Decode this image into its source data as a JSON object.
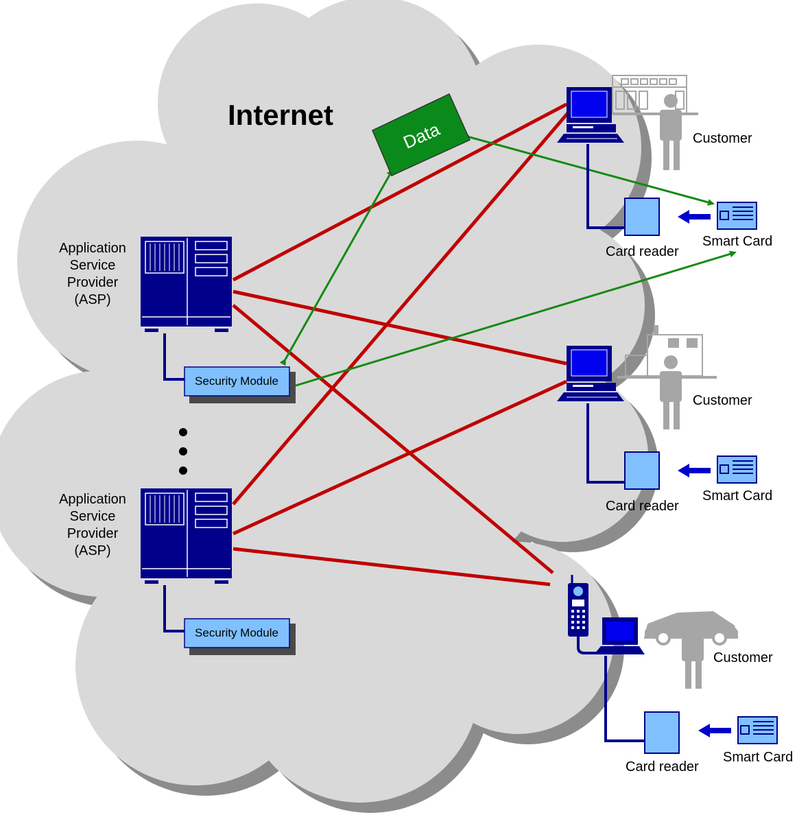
{
  "diagram": {
    "title": "Internet",
    "data_box": "Data",
    "asp_top": {
      "line1": "Application",
      "line2": "Service",
      "line3": "Provider",
      "line4": "(ASP)"
    },
    "asp_bottom": {
      "line1": "Application",
      "line2": "Service",
      "line3": "Provider",
      "line4": "(ASP)"
    },
    "security_module_top": "Security Module",
    "security_module_bottom": "Security Module",
    "clients": [
      {
        "customer": "Customer",
        "card_reader": "Card reader",
        "smart_card": "Smart Card"
      },
      {
        "customer": "Customer",
        "card_reader": "Card reader",
        "smart_card": "Smart Card"
      },
      {
        "customer": "Customer",
        "card_reader": "Card reader",
        "smart_card": "Smart Card"
      }
    ],
    "colors": {
      "cloud": "#d9d9d9",
      "cloud_shadow": "#8c8c8c",
      "server": "#00008b",
      "security_module": "#80c0ff",
      "connection": "#c00000",
      "data_flow": "#138a13",
      "data_box": "#0a8a1a",
      "customer": "#a6a6a6"
    }
  }
}
